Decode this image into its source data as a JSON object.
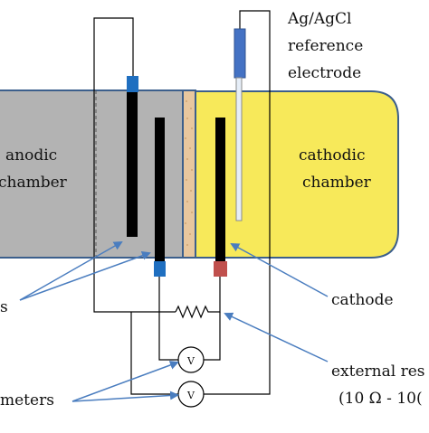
{
  "labels": {
    "reference_line1": "Ag/AgCl",
    "reference_line2": "reference",
    "reference_line3": "electrode",
    "anodic_line1": "anodic",
    "anodic_line2": "chamber",
    "cathodic_line1": "cathodic",
    "cathodic_line2": "chamber",
    "anodes_partial": "s",
    "cathode": "cathode",
    "external_res_line1": "external res",
    "external_res_line2": "(10 Ω - 10(",
    "voltmeters_partial": "meters",
    "voltmeter_symbol": "V"
  },
  "colors": {
    "anodic_fill": "#b3b3b3",
    "cathodic_fill": "#f7e95a",
    "chamber_border": "#3c5f8c",
    "membrane_fill": "#e8c79e",
    "electrode_black": "#000000",
    "anode_terminal": "#1f6fc0",
    "cathode_terminal": "#c0504d",
    "reference_electrode": "#4472c4",
    "arrow": "#4a7dbf",
    "wire": "#000000"
  }
}
